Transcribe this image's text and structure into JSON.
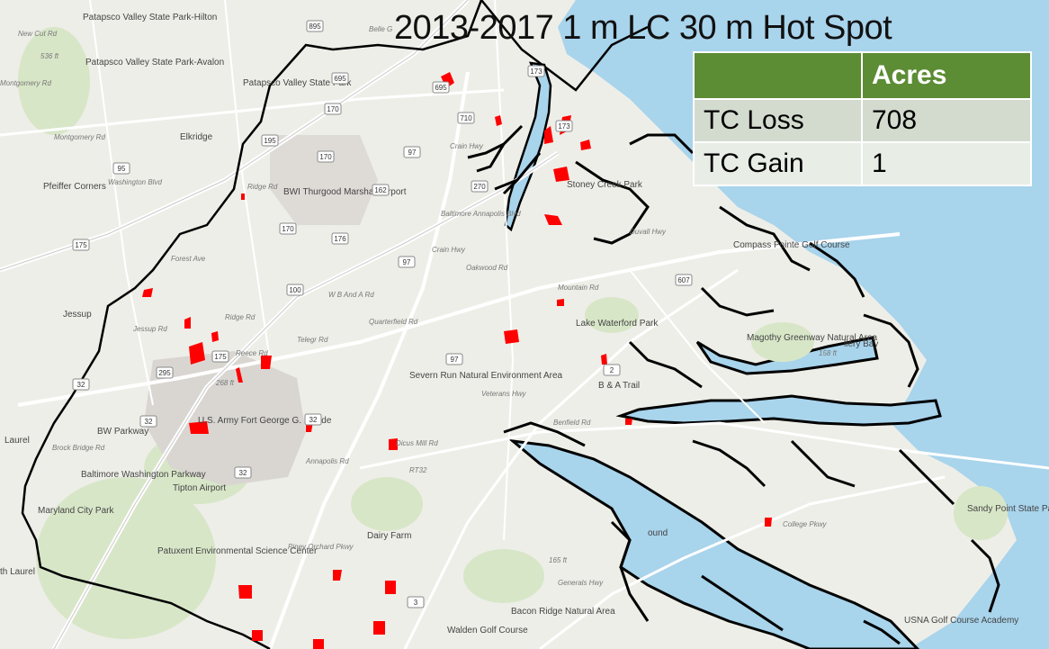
{
  "map": {
    "title": "2013-2017 1 m LC 30 m Hot Spot",
    "colors": {
      "land": "#eeeee8",
      "water": "#a8d4ec",
      "park": "#d8e6c8",
      "boundary": "#000000",
      "hotspot": "#ff0000",
      "table_header": "#5c8c34"
    },
    "table": {
      "header_blank": "",
      "header": "Acres",
      "rows": [
        {
          "label": "TC Loss",
          "value": "708"
        },
        {
          "label": "TC Gain",
          "value": "1"
        }
      ]
    },
    "places": {
      "patapsco_hilton": "Patapsco Valley State Park-Hilton",
      "patapsco_avalon": "Patapsco Valley State Park-Avalon",
      "patapsco_top": "Patapsco Valley State Park",
      "elkridge": "Elkridge",
      "montgomery_rd": "Montgomery Rd",
      "pfeiffer": "Pfeiffer Corners",
      "jessup": "Jessup",
      "laurel": "Laurel",
      "south_laurel": "th Laurel",
      "bwi": "BWI Thurgood Marshall Airport",
      "stoney_creek": "Stoney Creek Park",
      "compass": "Compass Pointe Golf Course",
      "magothy": "Magothy Greenway Natural Area",
      "lake_waterford": "Lake Waterford Park",
      "severn_run": "Severn Run Natural Environment Area",
      "ba_trail": "B & A Trail",
      "fort_meade": "U.S. Army Fort George G. Meade",
      "bw_parkway": "BW Parkway",
      "baltimore_washington": "Baltimore Washington Parkway",
      "tipton": "Tipton Airport",
      "maryland_city": "Maryland City Park",
      "patuxent": "Patuxent Environmental Science Center",
      "dairy_farm": "Dairy Farm",
      "walden": "Walden Golf Course",
      "bacon_ridge": "Bacon Ridge Natural Area",
      "sandy_point": "Sandy Point State Park",
      "usna": "USNA Golf Course Academy",
      "gallery_bay": "llery Bay",
      "sound": "ound",
      "jessup_rd": "Jessup Rd",
      "benfield": "Benfield Rd",
      "dicus": "Dicus Mill Rd",
      "annapolis": "Annapolis Rd",
      "college": "College Pkwy",
      "generals": "Generals Hwy",
      "mountain": "Mountain Rd",
      "duvall": "Duvall Hwy",
      "ritchie": "Baltimore Annapolis Blvd",
      "crain": "Crain Hwy",
      "crain2": "Crain Hwy",
      "oakwood": "Oakwood Rd",
      "quarterfield": "Quarterfield Rd",
      "wbanda": "W B And A Rd",
      "telegraph": "Telegr Rd",
      "reece": "Reece Rd",
      "ridge": "Ridge Rd",
      "ridge2": "Ridge Rd",
      "forest": "Forest Ave",
      "washington_blvd": "Washington Blvd",
      "piney": "Piney Orchard Pkwy",
      "block": "Brock Bridge Rd",
      "veterans": "Veterans Hwy",
      "rt32": "RT32",
      "elev_268": "268 ft",
      "elev_536": "536 ft",
      "elev_165": "165 ft",
      "elev_158": "158 ft",
      "belle": "Belle G",
      "montgomery2": "Montgomery Rd",
      "new_cut": "New Cut Rd"
    },
    "shields": [
      "895",
      "695",
      "695",
      "170",
      "710",
      "173",
      "173",
      "195",
      "170",
      "97",
      "162",
      "270",
      "95",
      "170",
      "176",
      "97",
      "175",
      "100",
      "607",
      "175",
      "32",
      "295",
      "32",
      "32",
      "97",
      "2",
      "32",
      "3"
    ]
  }
}
